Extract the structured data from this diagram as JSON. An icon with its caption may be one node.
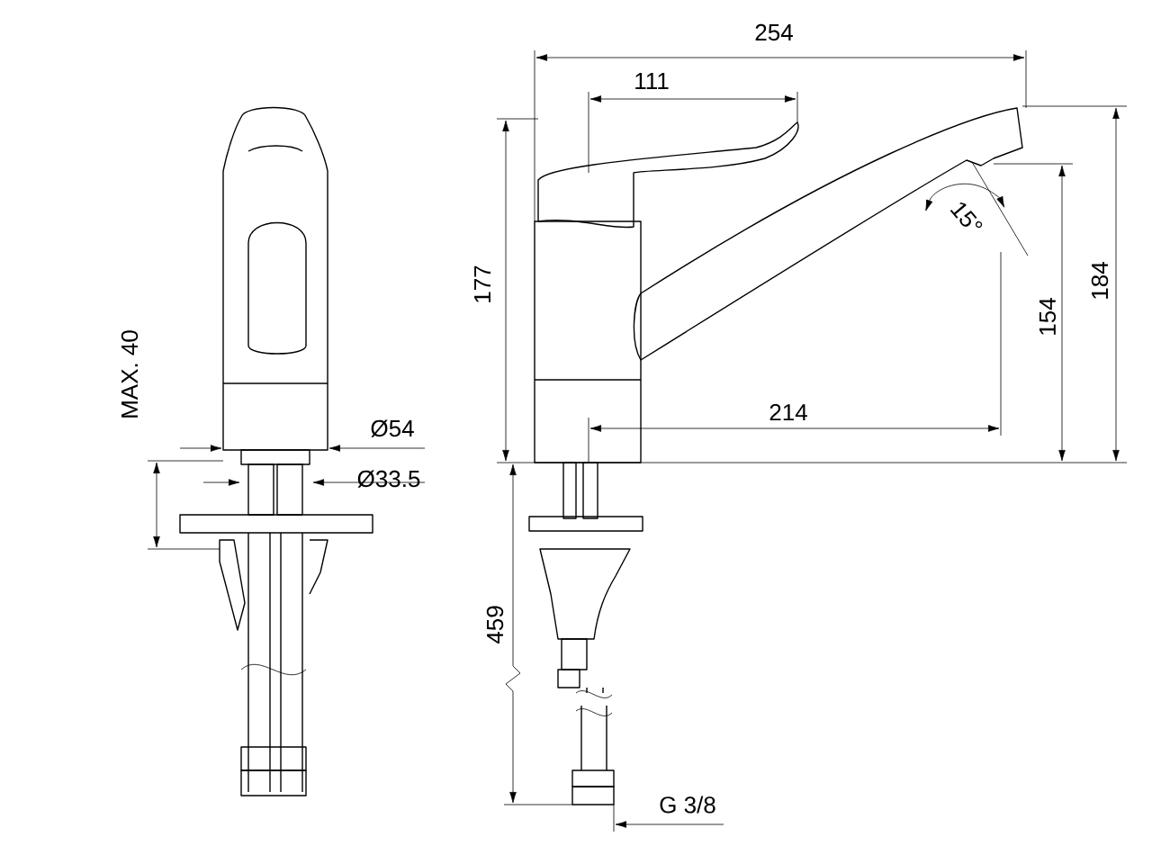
{
  "diagram": {
    "labels": [
      "254",
      "111",
      "MAX. 40",
      "177",
      "15°",
      "154",
      "184",
      "214",
      "Ø54",
      "Ø33.5",
      "459",
      "G 3/8"
    ]
  }
}
